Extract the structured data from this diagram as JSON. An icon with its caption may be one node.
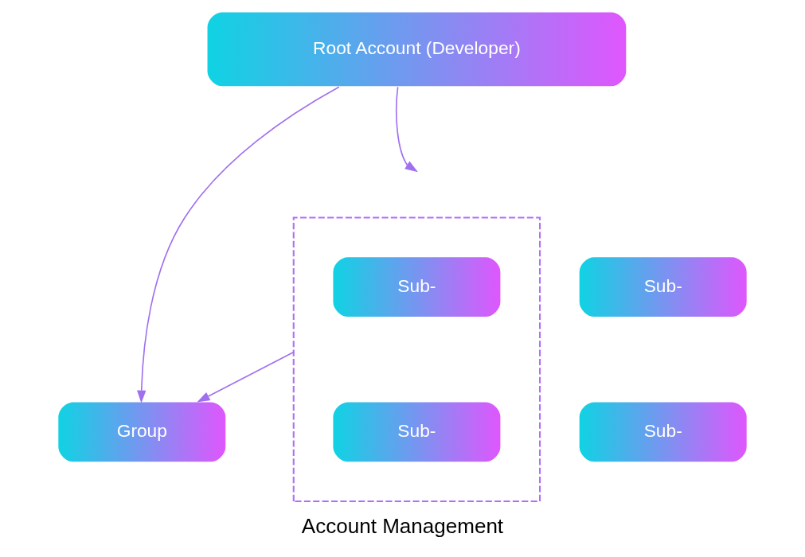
{
  "diagram": {
    "caption": "Account Management",
    "nodes": [
      {
        "text": [
          "Root Account (Developer)"
        ]
      },
      {
        "text": [
          "Sub-"
        ]
      },
      {
        "text": [
          "Sub-"
        ]
      },
      {
        "text": [],
        "shape": "box"
      },
      {
        "text": [
          "Sub-"
        ],
        "in": 3
      },
      {
        "text": [
          "Sub-"
        ],
        "in": 3
      },
      {
        "text": [
          "Group"
        ]
      }
    ],
    "edges": [
      {
        "from": 0,
        "to": null,
        "arrow": "to"
      },
      {
        "from": 0,
        "to": 6,
        "arrow": "to"
      },
      {
        "from": 3,
        "to": 6,
        "arrow": "to"
      }
    ]
  }
}
